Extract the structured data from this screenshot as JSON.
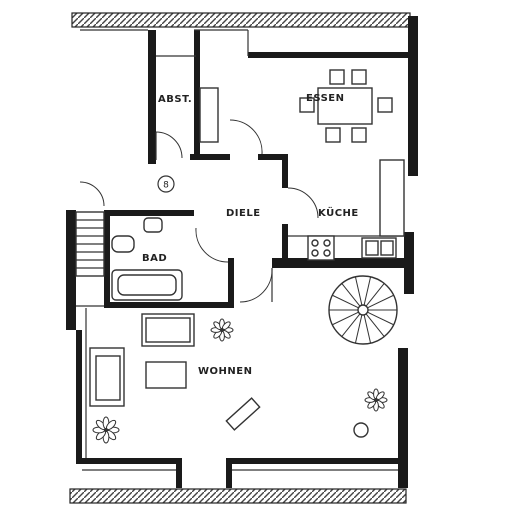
{
  "rooms": {
    "abst": "ABST.",
    "essen": "ESSEN",
    "diele": "DIELE",
    "kueche": "KÜCHE",
    "bad": "BAD",
    "wohnen": "WOHNEN"
  },
  "door_number": "8",
  "colors": {
    "wall": "#1a1a1a",
    "line": "#333333",
    "background": "#ffffff"
  }
}
